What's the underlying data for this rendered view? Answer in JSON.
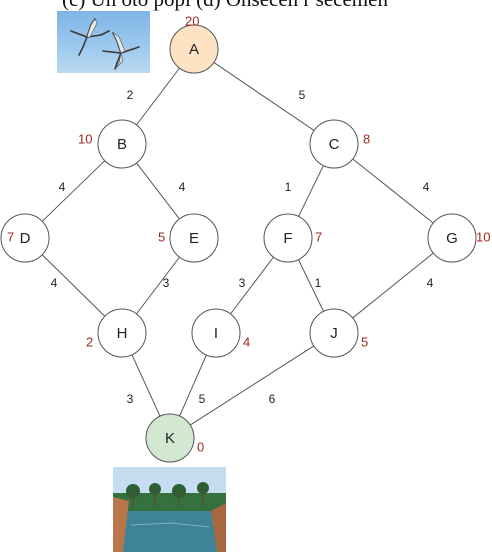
{
  "header": {
    "text": "(c) Un oto põpi (d) Onsecen r secemen"
  },
  "photos": {
    "birds": "cranes-in-flight-photo",
    "oasis": "desert-oasis-photo"
  },
  "colors": {
    "start_node_fill": "#fde3c4",
    "start_node_stroke": "#e4a860",
    "goal_node_fill": "#d3e8d1",
    "goal_node_stroke": "#8cb88a",
    "default_node_fill": "#ffffff",
    "heuristic_text": "#9b2a1e",
    "edge": "#555555"
  },
  "nodes": [
    {
      "id": "A",
      "label": "A",
      "heuristic": "20",
      "role": "start"
    },
    {
      "id": "B",
      "label": "B",
      "heuristic": "10",
      "role": "normal"
    },
    {
      "id": "C",
      "label": "C",
      "heuristic": "8",
      "role": "normal"
    },
    {
      "id": "D",
      "label": "D",
      "heuristic": "7",
      "role": "normal"
    },
    {
      "id": "E",
      "label": "E",
      "heuristic": "5",
      "role": "normal"
    },
    {
      "id": "F",
      "label": "F",
      "heuristic": "7",
      "role": "normal"
    },
    {
      "id": "G",
      "label": "G",
      "heuristic": "10",
      "role": "normal"
    },
    {
      "id": "H",
      "label": "H",
      "heuristic": "2",
      "role": "normal"
    },
    {
      "id": "I",
      "label": "I",
      "heuristic": "4",
      "role": "normal"
    },
    {
      "id": "J",
      "label": "J",
      "heuristic": "5",
      "role": "normal"
    },
    {
      "id": "K",
      "label": "K",
      "heuristic": "0",
      "role": "goal"
    }
  ],
  "edges": [
    {
      "from": "A",
      "to": "B",
      "weight": "2"
    },
    {
      "from": "A",
      "to": "C",
      "weight": "5"
    },
    {
      "from": "B",
      "to": "D",
      "weight": "4"
    },
    {
      "from": "B",
      "to": "E",
      "weight": "4"
    },
    {
      "from": "C",
      "to": "F",
      "weight": "1"
    },
    {
      "from": "C",
      "to": "G",
      "weight": "4"
    },
    {
      "from": "D",
      "to": "H",
      "weight": "4"
    },
    {
      "from": "E",
      "to": "H",
      "weight": "3"
    },
    {
      "from": "F",
      "to": "I",
      "weight": "3"
    },
    {
      "from": "F",
      "to": "J",
      "weight": "1"
    },
    {
      "from": "G",
      "to": "J",
      "weight": "4"
    },
    {
      "from": "H",
      "to": "K",
      "weight": "3"
    },
    {
      "from": "I",
      "to": "K",
      "weight": "5"
    },
    {
      "from": "J",
      "to": "K",
      "weight": "6"
    }
  ]
}
